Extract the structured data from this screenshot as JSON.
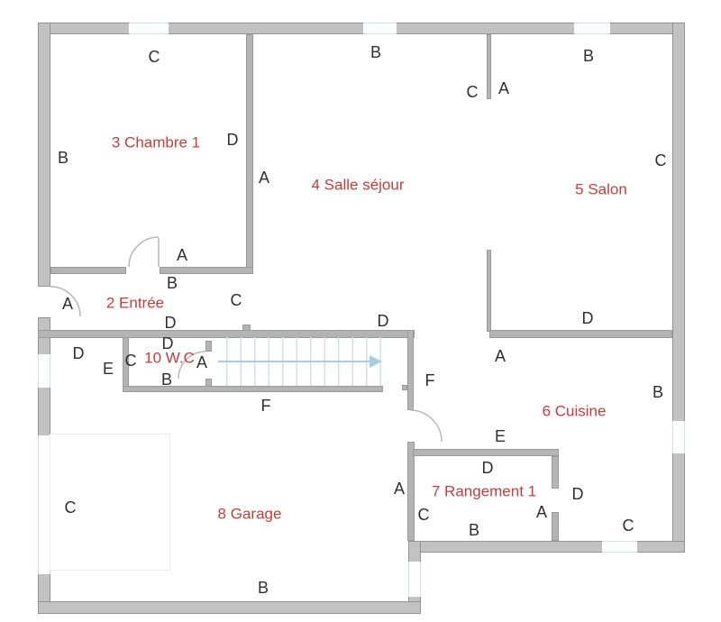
{
  "colors": {
    "room-label": "#c83c3c",
    "wall-label": "#2f2f2f",
    "wall-fill": "#c2c2c2",
    "wall-edge": "#939393",
    "stair-blue": "#a6cede",
    "tread-blue": "#cfe2ec",
    "window-blue": "#cfe3ea"
  },
  "labels": {
    "rooms": [
      "3 Chambre 1",
      "4 Salle séjour",
      "5 Salon",
      "2 Entrée",
      "10 W.C",
      "6 Cuisine",
      "7 Rangement 1",
      "8 Garage"
    ],
    "letters": [
      "C",
      "B",
      "B",
      "B",
      "D",
      "A",
      "C",
      "A",
      "C",
      "A",
      "B",
      "A",
      "C",
      "D",
      "D",
      "A",
      "B",
      "E",
      "D",
      "E",
      "C",
      "D",
      "A",
      "B",
      "D",
      "F",
      "F",
      "D",
      "A",
      "D",
      "C",
      "A",
      "B",
      "C",
      "B",
      "C"
    ]
  }
}
